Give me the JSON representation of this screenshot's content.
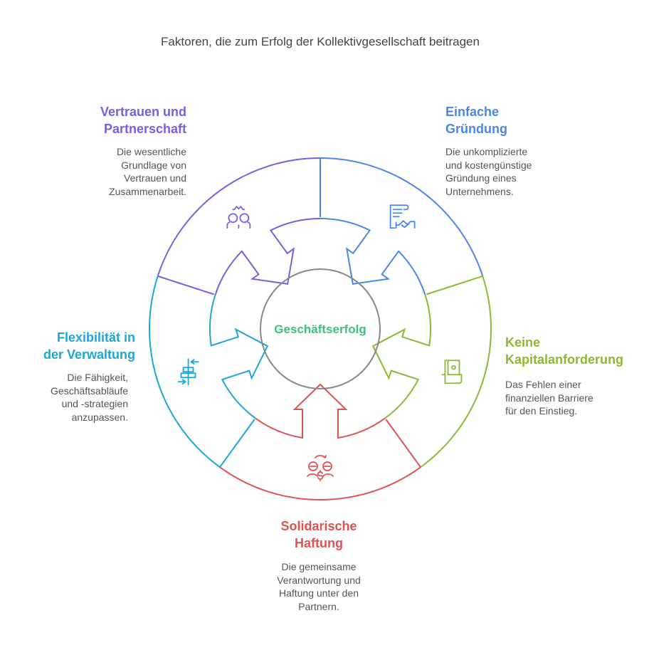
{
  "title": "Faktoren, die zum Erfolg der Kollektivgesellschaft beitragen",
  "center": {
    "label": "Geschäftserfolg",
    "color": "#3CC27A"
  },
  "segments": [
    {
      "id": "trust",
      "icon": "partners-icon",
      "color": "#7B5CE6",
      "heading": [
        "Vertrauen und",
        "Partnerschaft"
      ],
      "description": [
        "Die wesentliche",
        "Grundlage von",
        "Vertrauen und",
        "Zusammenarbeit."
      ]
    },
    {
      "id": "founding",
      "icon": "contract-handshake-icon",
      "color": "#4A86E8",
      "heading": [
        "Einfache",
        "Gründung"
      ],
      "description": [
        "Die unkomplizierte",
        "und kostengünstige",
        "Gründung eines",
        "Unternehmens."
      ]
    },
    {
      "id": "capital",
      "icon": "money-hand-icon",
      "color": "#8DB832",
      "heading": [
        "Keine",
        "Kapitalanforderung"
      ],
      "description": [
        "Das Fehlen einer",
        "finanziellen Barriere",
        "für den Einstieg."
      ]
    },
    {
      "id": "liability",
      "icon": "shared-liability-icon",
      "color": "#E05252",
      "heading": [
        "Solidarische",
        "Haftung"
      ],
      "description": [
        "Die gemeinsame",
        "Verantwortung und",
        "Haftung unter den",
        "Partnern."
      ]
    },
    {
      "id": "flexibility",
      "icon": "align-adjust-icon",
      "color": "#1DA6D8",
      "heading": [
        "Flexibilität in",
        "der Verwaltung"
      ],
      "description": [
        "Die Fähigkeit,",
        "Geschäftsabläufe",
        "und -strategien",
        "anzupassen."
      ]
    }
  ]
}
